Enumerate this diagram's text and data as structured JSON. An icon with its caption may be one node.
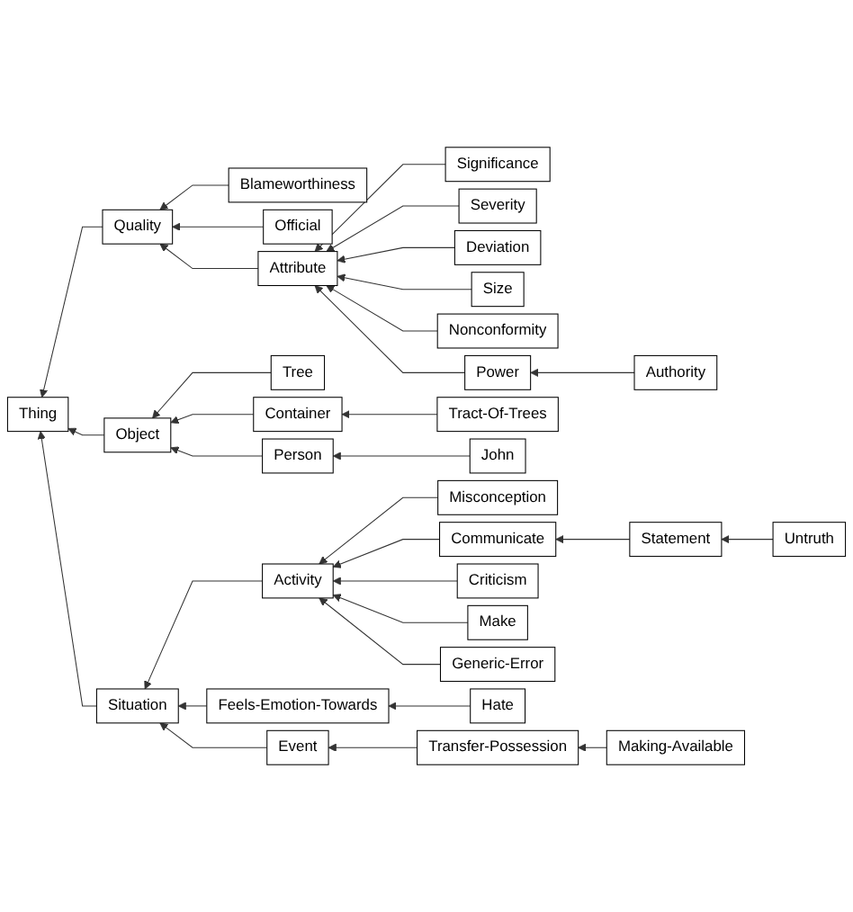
{
  "diagram": {
    "nodes": [
      {
        "text": [
          "Thing"
        ]
      },
      {
        "text": [
          "Quality"
        ]
      },
      {
        "text": [
          "Blameworthiness"
        ]
      },
      {
        "text": [
          "Official"
        ]
      },
      {
        "text": [
          "Attribute"
        ]
      },
      {
        "text": [
          "Significance"
        ]
      },
      {
        "text": [
          "Severity"
        ]
      },
      {
        "text": [
          "Deviation"
        ]
      },
      {
        "text": [
          "Size"
        ]
      },
      {
        "text": [
          "Nonconformity"
        ]
      },
      {
        "text": [
          "Power"
        ]
      },
      {
        "text": [
          "Authority"
        ]
      },
      {
        "text": [
          "Object"
        ]
      },
      {
        "text": [
          "Tree"
        ]
      },
      {
        "text": [
          "Container"
        ]
      },
      {
        "text": [
          "Tract-Of-Trees"
        ]
      },
      {
        "text": [
          "Person"
        ]
      },
      {
        "text": [
          "John"
        ]
      },
      {
        "text": [
          "Situation"
        ]
      },
      {
        "text": [
          "Activity"
        ]
      },
      {
        "text": [
          "Misconception"
        ]
      },
      {
        "text": [
          "Communicate"
        ]
      },
      {
        "text": [
          "Statement"
        ]
      },
      {
        "text": [
          "Untruth"
        ]
      },
      {
        "text": [
          "Criticism"
        ]
      },
      {
        "text": [
          "Make"
        ]
      },
      {
        "text": [
          "Generic-Error"
        ]
      },
      {
        "text": [
          "Feels-Emotion-Towards"
        ]
      },
      {
        "text": [
          "Hate"
        ]
      },
      {
        "text": [
          "Event"
        ]
      },
      {
        "text": [
          "Transfer-Possession"
        ]
      },
      {
        "text": [
          "Making-Available"
        ]
      }
    ],
    "edges": [
      {
        "from": 1,
        "to": 0,
        "arrow": "to"
      },
      {
        "from": 2,
        "to": 1,
        "arrow": "to"
      },
      {
        "from": 3,
        "to": 1,
        "arrow": "to"
      },
      {
        "from": 4,
        "to": 1,
        "arrow": "to"
      },
      {
        "from": 5,
        "to": 4,
        "arrow": "to"
      },
      {
        "from": 6,
        "to": 4,
        "arrow": "to"
      },
      {
        "from": 7,
        "to": 4,
        "arrow": "to"
      },
      {
        "from": 8,
        "to": 4,
        "arrow": "to"
      },
      {
        "from": 9,
        "to": 4,
        "arrow": "to"
      },
      {
        "from": 10,
        "to": 4,
        "arrow": "to"
      },
      {
        "from": 11,
        "to": 10,
        "arrow": "to"
      },
      {
        "from": 12,
        "to": 0,
        "arrow": "to"
      },
      {
        "from": 13,
        "to": 12,
        "arrow": "to"
      },
      {
        "from": 14,
        "to": 12,
        "arrow": "to"
      },
      {
        "from": 15,
        "to": 14,
        "arrow": "to"
      },
      {
        "from": 16,
        "to": 12,
        "arrow": "to"
      },
      {
        "from": 17,
        "to": 16,
        "arrow": "to"
      },
      {
        "from": 18,
        "to": 0,
        "arrow": "to"
      },
      {
        "from": 19,
        "to": 18,
        "arrow": "to"
      },
      {
        "from": 20,
        "to": 19,
        "arrow": "to"
      },
      {
        "from": 21,
        "to": 19,
        "arrow": "to"
      },
      {
        "from": 22,
        "to": 21,
        "arrow": "to"
      },
      {
        "from": 23,
        "to": 22,
        "arrow": "to"
      },
      {
        "from": 24,
        "to": 19,
        "arrow": "to"
      },
      {
        "from": 25,
        "to": 19,
        "arrow": "to"
      },
      {
        "from": 26,
        "to": 19,
        "arrow": "to"
      },
      {
        "from": 27,
        "to": 18,
        "arrow": "to"
      },
      {
        "from": 28,
        "to": 27,
        "arrow": "to"
      },
      {
        "from": 29,
        "to": 18,
        "arrow": "to"
      },
      {
        "from": 30,
        "to": 29,
        "arrow": "to"
      },
      {
        "from": 31,
        "to": 30,
        "arrow": "to"
      }
    ]
  }
}
